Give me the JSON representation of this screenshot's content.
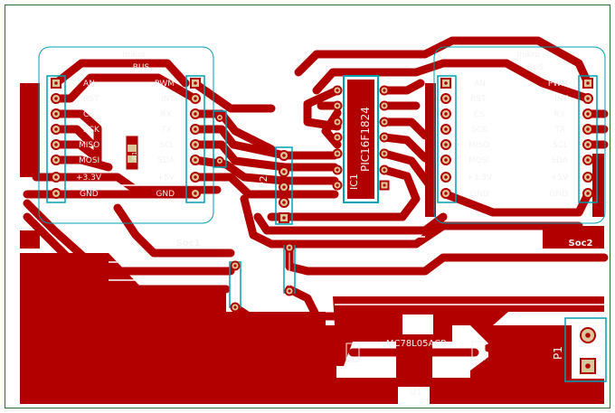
{
  "board": {
    "colors": {
      "copper": "#b20000",
      "background": "#ffffff",
      "silk": "#f2f2f2",
      "courtyard": "#00a0b4",
      "pad": "#d9c89a",
      "outline": "#2e6b2e"
    }
  },
  "soc1": {
    "header": [
      "mikro",
      "BUS"
    ],
    "left_pins": [
      "AN",
      "RST",
      "CS",
      "SCK",
      "MISO",
      "MOSI",
      "+3.3V",
      "GND"
    ],
    "right_pins": [
      "PWM",
      "INT",
      "RX",
      "TX",
      "SCL",
      "SDA",
      "+5V",
      "GND"
    ],
    "ref": "Soc1"
  },
  "soc2": {
    "header": [
      "mikro",
      "BUS"
    ],
    "left_pins": [
      "AN",
      "RST",
      "CS",
      "SCK",
      "MISO",
      "MOSI",
      "+3.3V",
      "GND"
    ],
    "right_pins": [
      "PWM",
      "INT",
      "RX",
      "TX",
      "SCL",
      "SDA",
      "+5V",
      "GND"
    ],
    "ref": "Soc2"
  },
  "ic1": {
    "ref": "IC1",
    "value": "PIC16F1824"
  },
  "p2": {
    "ref": "P2"
  },
  "p1": {
    "ref": "P1"
  },
  "u1": {
    "ref": "U1",
    "value": "MC78L05ACP"
  },
  "r1": {
    "ref": "R1"
  }
}
